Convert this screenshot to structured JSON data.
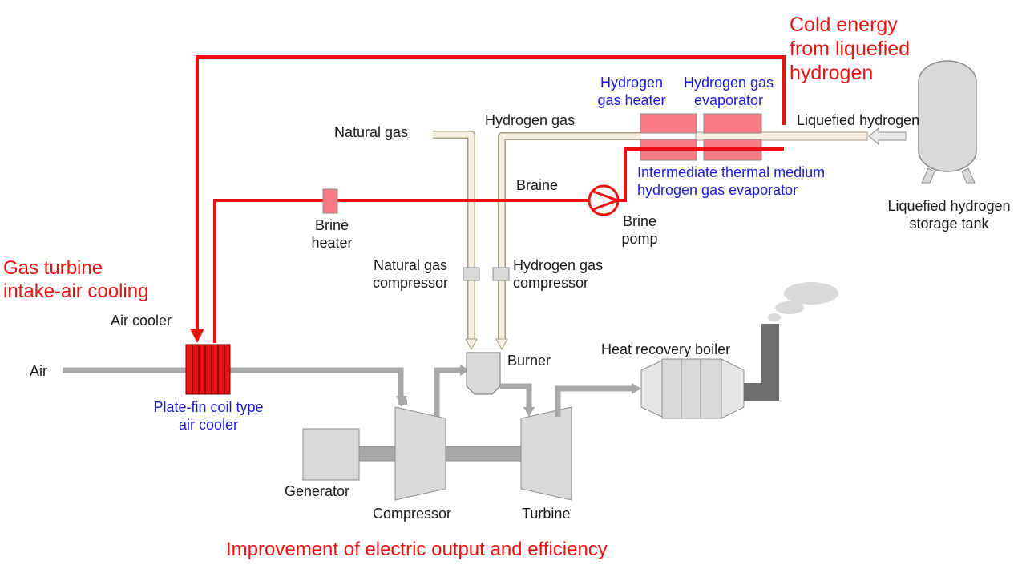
{
  "colors": {
    "red_line": "#ee1111",
    "gas_line_fill": "#f5f0e2",
    "gas_line_stroke": "#a59e83",
    "duct": "#a8a8a8",
    "equipment": "#d9d9d9",
    "heater_pink": "#f97b86",
    "blue_label": "#1c1cd6"
  },
  "labels": {
    "cold_energy": [
      "Cold energy",
      "from liquefied",
      "hydrogen"
    ],
    "hydrogen_gas_heater": [
      "Hydrogen",
      "gas heater"
    ],
    "hydrogen_gas_evaporator": [
      "Hydrogen gas",
      "evaporator"
    ],
    "liquefied_hydrogen": "Liquefied hydrogen",
    "intermediate_evaporator": [
      "Intermediate thermal medium",
      "hydrogen gas evaporator"
    ],
    "storage_tank": [
      "Liquefied hydrogen",
      "storage  tank"
    ],
    "natural_gas": "Natural gas",
    "hydrogen_gas": "Hydrogen gas",
    "braine": "Braine",
    "brine_heater": [
      "Brine",
      "heater"
    ],
    "brine_pump": [
      "Brine",
      "pomp"
    ],
    "natural_gas_compressor": [
      "Natural gas",
      "compressor"
    ],
    "hydrogen_gas_compressor": [
      "Hydrogen gas",
      "compressor"
    ],
    "gas_turbine_cooling": [
      "Gas turbine",
      "intake-air cooling"
    ],
    "air_cooler": "Air cooler",
    "air": "Air",
    "plate_fin": [
      "Plate-fin  coil type",
      "air cooler"
    ],
    "burner": "Burner",
    "heat_recovery_boiler": "Heat recovery boiler",
    "generator": "Generator",
    "compressor": "Compressor",
    "turbine": "Turbine",
    "improvement": "Improvement of electric output and efficiency"
  }
}
